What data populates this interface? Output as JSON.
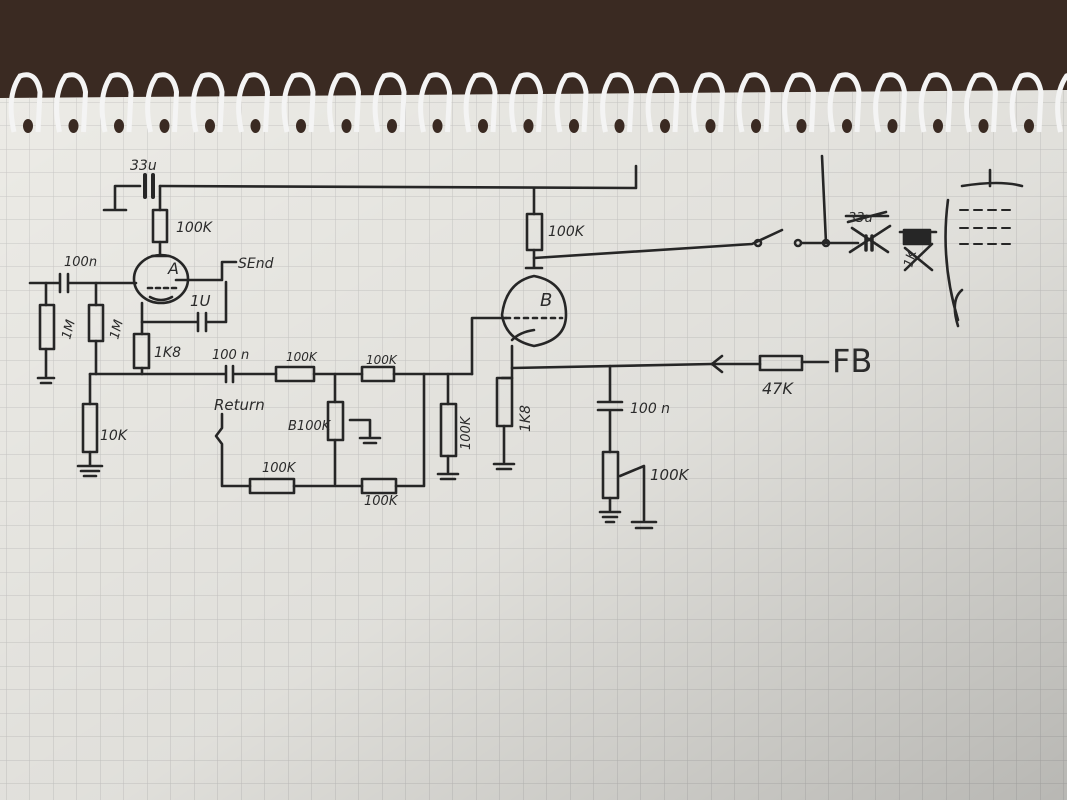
{
  "labels": {
    "cap_33u": "33u",
    "res_100k_a_plate": "100K",
    "tube_a": "A",
    "cap_100n_in": "100n",
    "send": "SEnd",
    "cap_1u": "1U",
    "res_1m_a": "1M",
    "res_1m_b": "1M",
    "res_1k8_a": "1K8",
    "res_10k": "10K",
    "cap_100n_mid": "100 n",
    "res_100k_mid1": "100K",
    "res_100k_mid2": "100K",
    "return": "Return",
    "pot_b100k": "B100K",
    "res_100k_vertical": "100K",
    "res_100k_bottom1": "100K",
    "res_100k_bottom2": "100K",
    "res_100k_b_plate": "100K",
    "tube_b": "B",
    "res_1k8_b": "1K8",
    "cap_100n_fb": "100 n",
    "pot_100k_fb": "100K",
    "res_47k": "47K",
    "fb": "FB",
    "crossed_cap": "33u",
    "crossed_res": "1K"
  },
  "colors": {
    "paper": "#ecebe6",
    "grid": "#c9c8c6",
    "ink": "#262626",
    "spiral": "#f4f4f4",
    "table": "#3a2a22"
  }
}
